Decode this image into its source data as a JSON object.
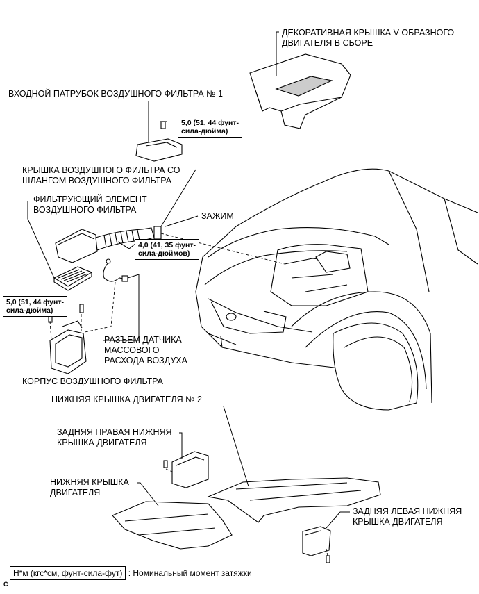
{
  "labels": {
    "engine_cover_line1": "ДЕКОРАТИВНАЯ КРЫШКА V-ОБРАЗНОГО",
    "engine_cover_line2": "ДВИГАТЕЛЯ В СБОРЕ",
    "inlet_duct": "ВХОДНОЙ ПАТРУБОК ВОЗДУШНОГО ФИЛЬТРА № 1",
    "filter_cap_line1": "КРЫШКА ВОЗДУШНОГО ФИЛЬТРА СО",
    "filter_cap_line2": "ШЛАНГОМ ВОЗДУШНОГО ФИЛЬТРА",
    "filter_element_line1": "ФИЛЬТРУЮЩИЙ ЭЛЕМЕНТ",
    "filter_element_line2": "ВОЗДУШНОГО ФИЛЬТРА",
    "clamp": "ЗАЖИМ",
    "maf_connector_line1": "РАЗЪЕМ ДАТЧИКА",
    "maf_connector_line2": "МАССОВОГО",
    "maf_connector_line3": "РАСХОДА ВОЗДУХА",
    "filter_case": "КОРПУС ВОЗДУШНОГО ФИЛЬТРА",
    "under_cover_2": "НИЖНЯЯ КРЫШКА ДВИГАТЕЛЯ № 2",
    "rear_right_cover_line1": "ЗАДНЯЯ ПРАВАЯ НИЖНЯЯ",
    "rear_right_cover_line2": "КРЫШКА ДВИГАТЕЛЯ",
    "under_cover_line1": "НИЖНЯЯ КРЫШКА",
    "under_cover_line2": "ДВИГАТЕЛЯ",
    "rear_left_cover_line1": "ЗАДНЯЯ ЛЕВАЯ НИЖНЯЯ",
    "rear_left_cover_line2": "КРЫШКА ДВИГАТЕЛЯ"
  },
  "torques": {
    "inlet_line1": "5,0 (51, 44 фунт-",
    "inlet_line2": "сила-дюйма)",
    "clamp_line1": "4,0 (41, 35 фунт-",
    "clamp_line2": "сила-дюймов)",
    "case_line1": "5,0 (51, 44 фунт-",
    "case_line2": "сила-дюйма)"
  },
  "legend": {
    "box_text": "Н*м (кгс*см, фунт-сила-фут)",
    "description": ": Номинальный момент затяжки"
  },
  "corner_mark": "C"
}
